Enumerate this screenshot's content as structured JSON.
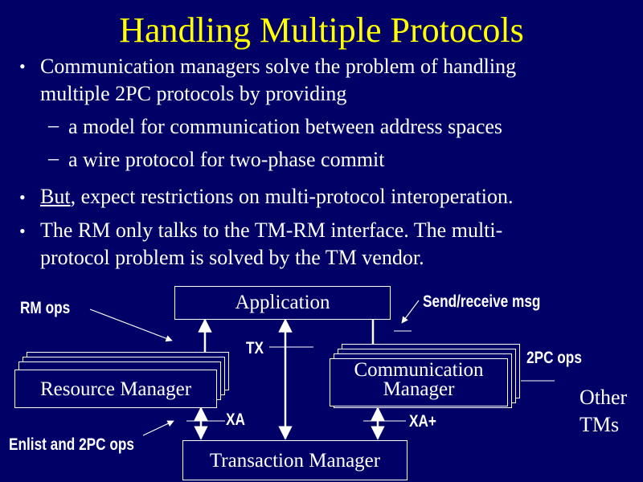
{
  "slide": {
    "title": "Handling Multiple Protocols",
    "bullet1_line1": "Communication managers solve the problem of handling",
    "bullet1_line2": "multiple 2PC protocols by providing",
    "sub1": "a model for communication between address spaces",
    "sub2": "a wire protocol for two-phase commit",
    "bullet2_underlined": "But",
    "bullet2_rest": ", expect restrictions on multi-protocol interoperation.",
    "bullet3_line1": "The RM only talks to the TM-RM interface. The multi-",
    "bullet3_line2": "protocol problem is solved by the TM vendor.",
    "bullet_char": "•",
    "dash_char": "–"
  },
  "diagram": {
    "application": "Application",
    "resource_manager": "Resource Manager",
    "comm_manager_line1": "Communication",
    "comm_manager_line2": "Manager",
    "transaction_manager": "Transaction Manager",
    "rm_ops": "RM ops",
    "tx": "TX",
    "send_receive": "Send/receive msg",
    "twopc_ops": "2PC ops",
    "other_tms_line1": "Other",
    "other_tms_line2": "TMs",
    "xa": "XA",
    "xa_plus": "XA+",
    "enlist": "Enlist and 2PC ops"
  },
  "colors": {
    "background": "#000066",
    "title": "#ffff00",
    "text": "#ffffff"
  }
}
